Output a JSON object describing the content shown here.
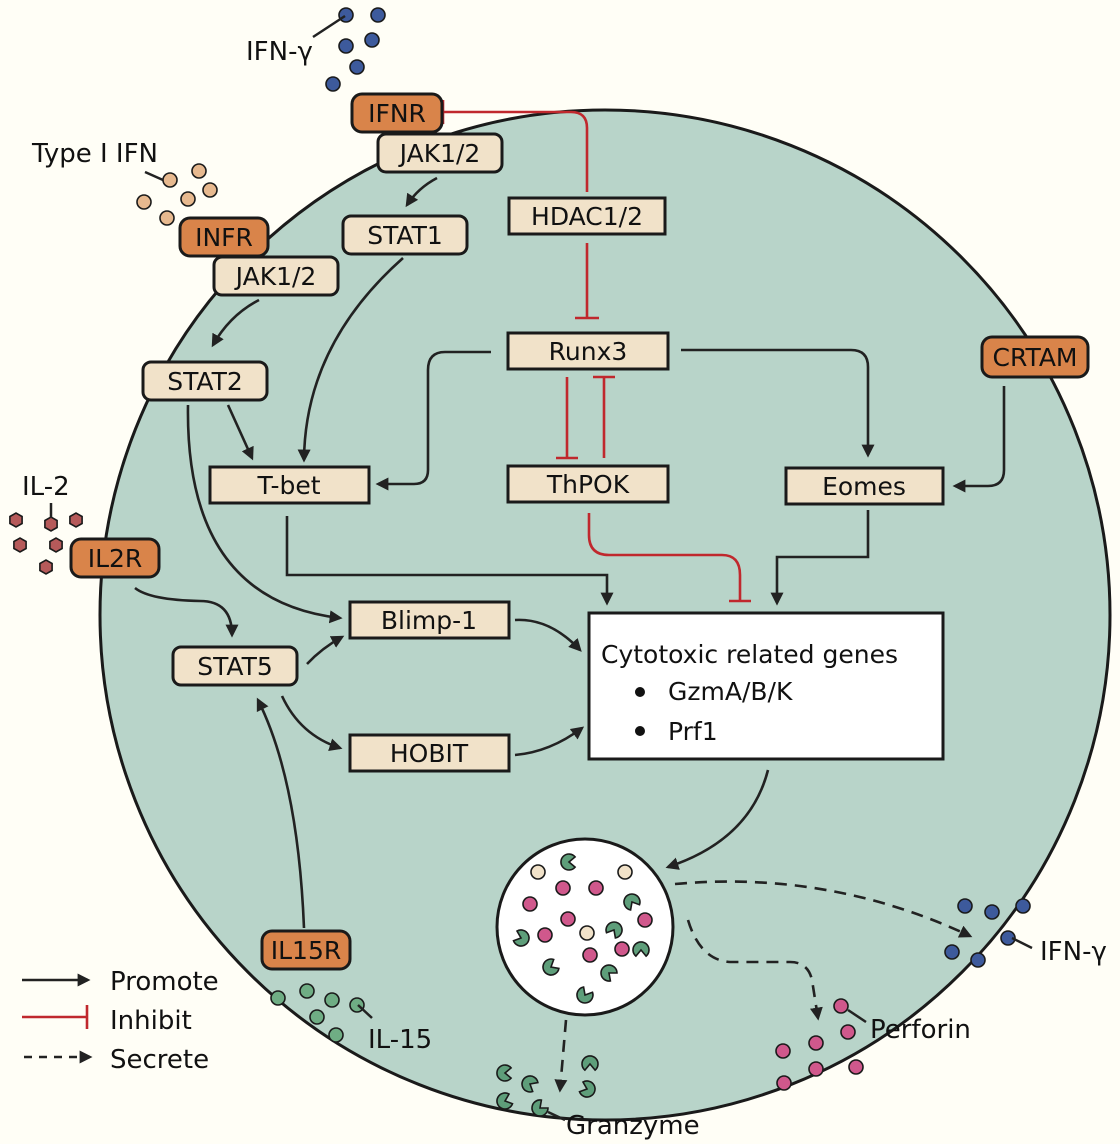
{
  "colors": {
    "background": "#fffef6",
    "cell": "#b8d4c9",
    "receptor": "#d9844a",
    "node": "#f1e2c9",
    "promote": "#222222",
    "inhibit": "#c0282d",
    "ifn_gamma": "#3d5a9c",
    "type1_ifn": "#e7b98f",
    "il2": "#b65a5a",
    "il15": "#6fad84",
    "perforin": "#d0588c",
    "granzyme": "#5e9e7a"
  },
  "ligands": {
    "ifn_gamma_top": "IFN-γ",
    "type1_ifn": "Type I IFN",
    "il2": "IL-2",
    "il15": "IL-15",
    "ifn_gamma_out": "IFN-γ",
    "perforin": "Perforin",
    "granzyme": "Granzyme"
  },
  "receptors": {
    "ifnr": "IFNR",
    "infr": "INFR",
    "il2r": "IL2R",
    "il15r": "IL15R",
    "crtam": "CRTAM"
  },
  "nodes": {
    "jak_top": "JAK1/2",
    "jak_left": "JAK1/2",
    "stat1": "STAT1",
    "stat2": "STAT2",
    "stat5": "STAT5",
    "hdac": "HDAC1/2",
    "runx3": "Runx3",
    "thpok": "ThPOK",
    "tbet": "T-bet",
    "eomes": "Eomes",
    "blimp1": "Blimp-1",
    "hobit": "HOBIT"
  },
  "genes_box": {
    "title": "Cytotoxic related genes",
    "items": [
      "GzmA/B/K",
      "Prf1"
    ]
  },
  "legend": [
    {
      "type": "promote",
      "label": "Promote"
    },
    {
      "type": "inhibit",
      "label": "Inhibit"
    },
    {
      "type": "secrete",
      "label": "Secrete"
    }
  ]
}
